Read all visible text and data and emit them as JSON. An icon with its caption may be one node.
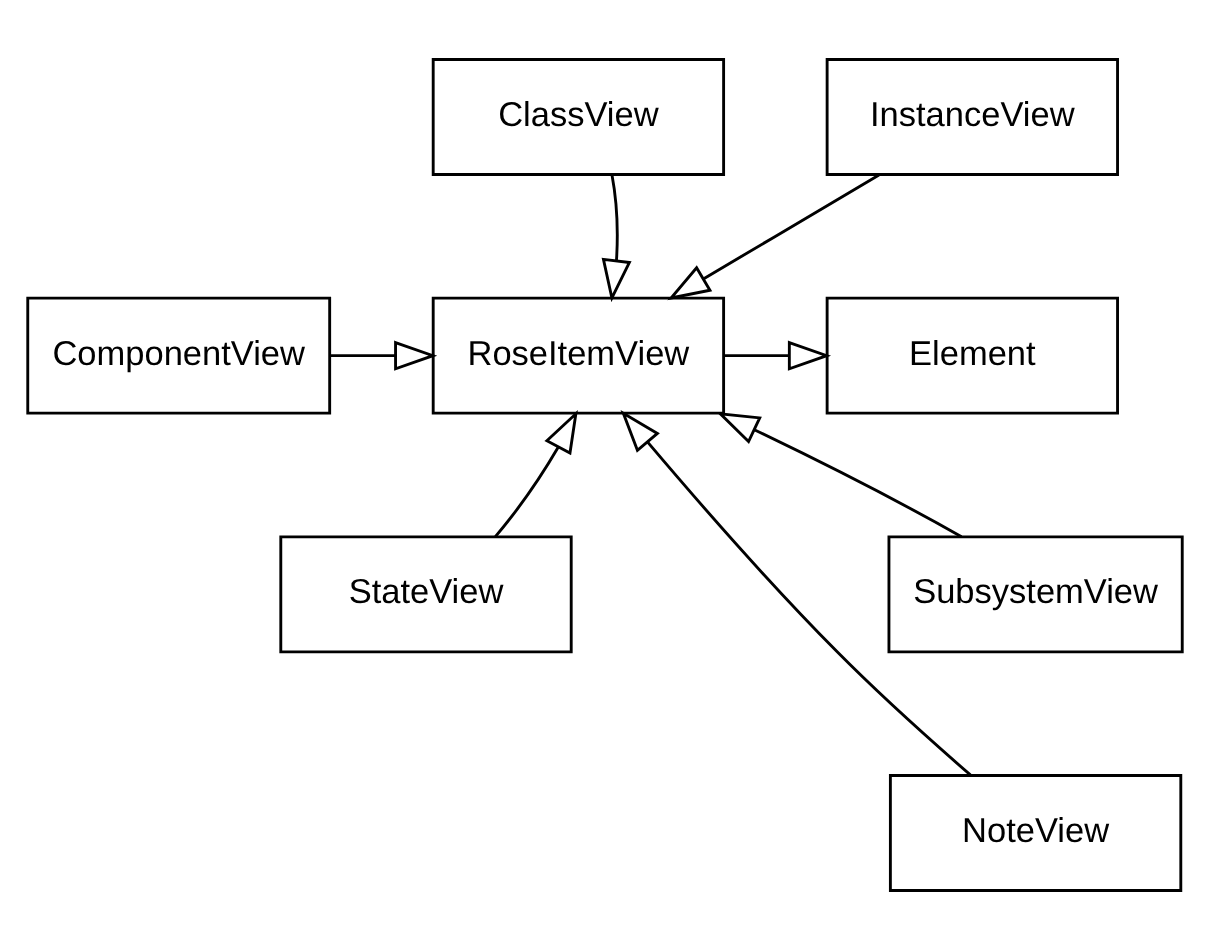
{
  "diagram": {
    "nodes": [
      {
        "text": [
          "ClassView"
        ]
      },
      {
        "text": [
          "InstanceView"
        ]
      },
      {
        "text": [
          "Element"
        ]
      },
      {
        "text": [
          "RoseItemView"
        ]
      },
      {
        "text": [
          "ComponentView"
        ]
      },
      {
        "text": [
          "SubsystemView"
        ]
      },
      {
        "text": [
          "StateView"
        ]
      },
      {
        "text": [
          "NoteView"
        ]
      }
    ],
    "edges": [
      {
        "from": 0,
        "to": 3,
        "arrow": "to"
      },
      {
        "from": 1,
        "to": 3,
        "arrow": "to"
      },
      {
        "from": 3,
        "to": 2,
        "arrow": "to"
      },
      {
        "from": 4,
        "to": 3,
        "arrow": "to"
      },
      {
        "from": 5,
        "to": 3,
        "arrow": "to"
      },
      {
        "from": 7,
        "to": 3,
        "arrow": "to"
      },
      {
        "from": 6,
        "to": 3,
        "arrow": "to"
      }
    ]
  }
}
